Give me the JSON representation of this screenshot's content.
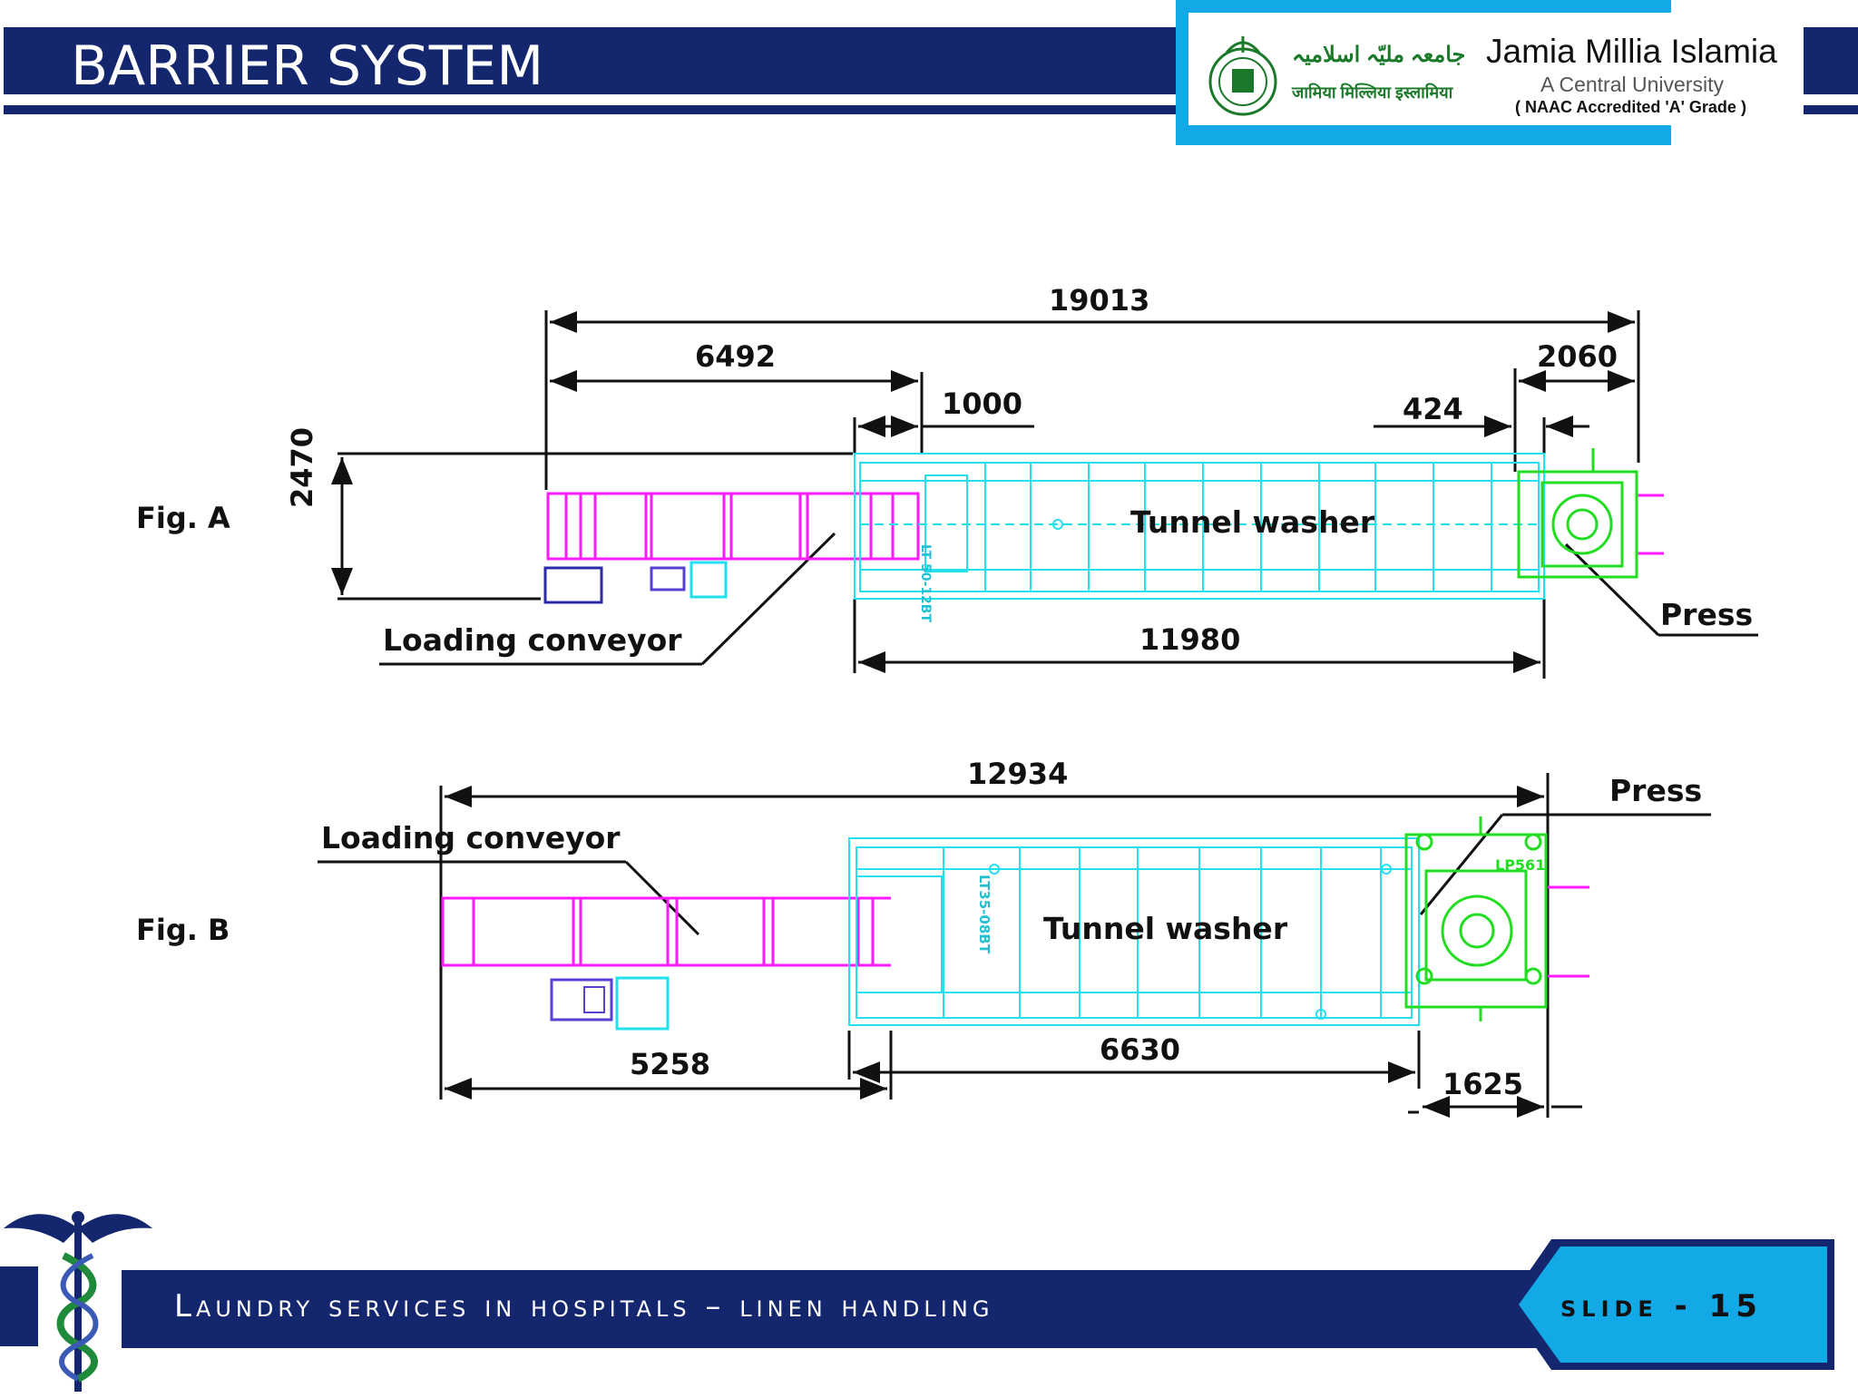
{
  "header": {
    "title": "BARRIER SYSTEM"
  },
  "logo": {
    "name_en": "Jamia Millia Islamia",
    "name_urdu": "جامعہ ملیّہ اسلامیہ",
    "name_hindi": "जामिया मिल्लिया इस्लामिया",
    "subtitle": "A Central University",
    "accreditation": "( NAAC Accredited 'A' Grade )"
  },
  "figure_a": {
    "label": "Fig. A",
    "tunnel_washer": "Tunnel washer",
    "press": "Press",
    "loading_conveyor": "Loading conveyor",
    "model": "LT 50-12BT",
    "dims": {
      "total": "19013",
      "conveyor": "6492",
      "overlap": "1000",
      "gap": "424",
      "press": "2060",
      "height": "2470",
      "washer": "11980"
    }
  },
  "figure_b": {
    "label": "Fig. B",
    "tunnel_washer": "Tunnel washer",
    "press": "Press",
    "loading_conveyor": "Loading conveyor",
    "model": "LT35-08BT",
    "press_model": "LP561",
    "dims": {
      "total": "12934",
      "conveyor": "5258",
      "washer": "6630",
      "press": "1625"
    }
  },
  "footer": {
    "text": "Laundry services in hospitals – linen handling",
    "slide_number": "slide - 15"
  },
  "colors": {
    "navy": "#14276e",
    "logo_frame": "#13a8e6",
    "conveyor": "#ff1aff",
    "washer": "#22e0f0",
    "press": "#22dd22",
    "motor": "#5a3fd6"
  }
}
